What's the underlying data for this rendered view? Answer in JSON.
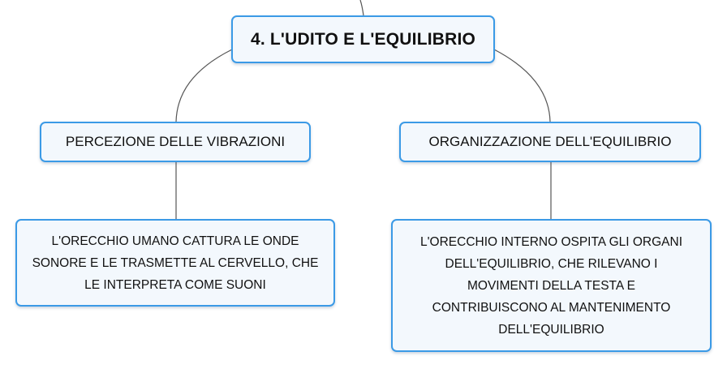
{
  "map": {
    "root": "4. L'UDITO E L'EQUILIBRIO",
    "branches": [
      {
        "title": "PERCEZIONE DELLE VIBRAZIONI",
        "detail_lines": [
          "L'ORECCHIO UMANO CATTURA LE ONDE",
          "SONORE E LE TRASMETTE AL CERVELLO, CHE",
          "LE INTERPRETA COME SUONI"
        ]
      },
      {
        "title": "ORGANIZZAZIONE DELL'EQUILIBRIO",
        "detail_lines": [
          "L'ORECCHIO INTERNO OSPITA GLI ORGANI",
          "DELL'EQUILIBRIO, CHE RILEVANO I",
          "MOVIMENTI DELLA TESTA E",
          "CONTRIBUISCONO AL MANTENIMENTO",
          "DELL'EQUILIBRIO"
        ]
      }
    ]
  },
  "colors": {
    "node_border": "#3b9ae6",
    "node_fill": "#f3f8fd",
    "connector": "#555555"
  }
}
